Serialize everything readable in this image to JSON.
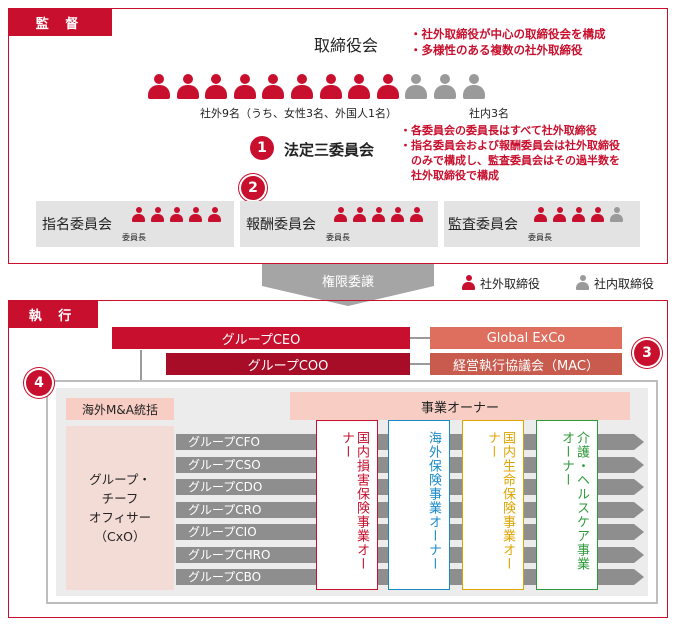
{
  "supervision": {
    "label": "監 督",
    "board_title": "取締役会",
    "board_notes": [
      "・社外取締役が中心の取締役会を構成",
      "・多様性のある複数の社外取締役"
    ],
    "external_caption": "社外9名（うち、女性3名、外国人1名）",
    "internal_caption": "社内3名",
    "statutory_title": "法定三委員会",
    "statutory_notes": [
      "・各委員会の委員長はすべて社外取締役",
      "・指名委員会および報酬委員会は社外取締役",
      "　のみで構成し、監査委員会はその過半数を",
      "　社外取締役で構成"
    ],
    "committees": [
      {
        "name": "指名委員会",
        "chair": "委員長"
      },
      {
        "name": "報酬委員会",
        "chair": "委員長"
      },
      {
        "name": "監査委員会",
        "chair": "委員長"
      }
    ]
  },
  "delegation": {
    "label": "権限委譲",
    "legend_external": "社外取締役",
    "legend_internal": "社内取締役"
  },
  "execution": {
    "label": "執 行",
    "ceo": "グループCEO",
    "coo": "グループCOO",
    "global_exco": "Global ExCo",
    "mac": "経営執行協議会（MAC）",
    "ma": "海外M&A統括",
    "business_owner": "事業オーナー",
    "cxo": [
      "グループ・",
      "チーフ",
      "オフィサー",
      "（CxO）"
    ],
    "cxo_roles": [
      "グループCFO",
      "グループCSO",
      "グループCDO",
      "グループCRO",
      "グループCIO",
      "グループCHRO",
      "グループCBO"
    ],
    "owners": [
      {
        "text": "国内損害保険事業オーナー",
        "color": "#c8102e"
      },
      {
        "text": "海外保険事業オーナー",
        "color": "#1a8ac7"
      },
      {
        "text": "国内生命保険事業オーナー",
        "color": "#e0a400"
      },
      {
        "text": "介護・ヘルスケア事業オーナー",
        "color": "#2e9a3a"
      }
    ]
  },
  "badges": [
    "1",
    "2",
    "3",
    "4"
  ],
  "colors": {
    "accent": "#c8102e",
    "external": "#c8102e",
    "internal": "#9a9a9a",
    "pink": "#f7cdc4",
    "pale": "#f3dcd6"
  }
}
